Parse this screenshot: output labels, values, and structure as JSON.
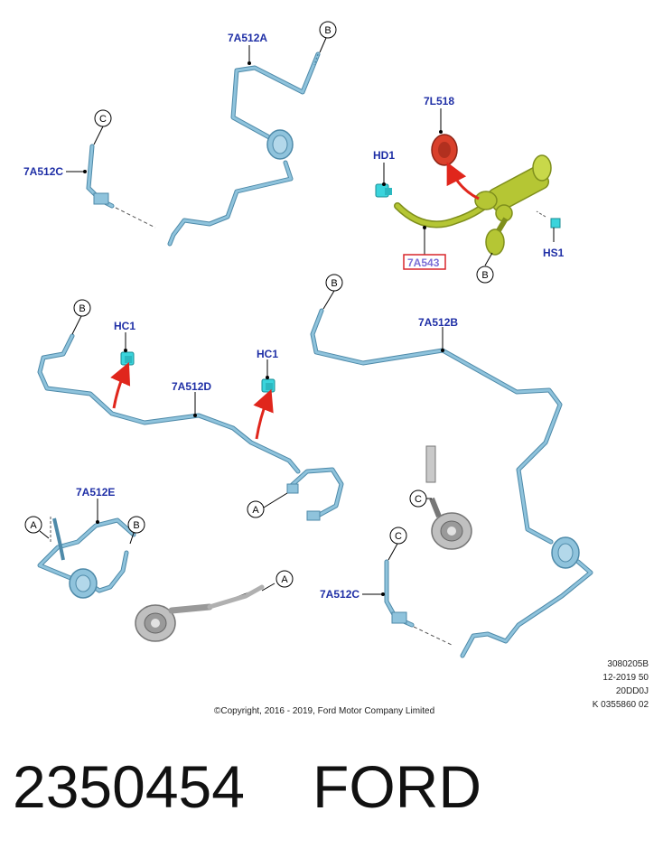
{
  "colors": {
    "label_blue": "#1f2fa6",
    "pipe_blue": "#8fc3dc",
    "pipe_outline": "#4e8aa9",
    "master_cylinder": "#b5c634",
    "reservoir_red": "#d9402b",
    "clip_cyan": "#3ad4dc",
    "arrow_red": "#e0261c",
    "highlight_box": "#d9262c",
    "component_grey": "#b8b8b8"
  },
  "labels": {
    "top_pipe_a": "7A512A",
    "top_pipe_c": "7A512C",
    "reservoir": "7L518",
    "clip_hd1": "HD1",
    "master_cylinder": "7A543",
    "bolt_hs1": "HS1",
    "clip_hc1_left": "HC1",
    "clip_hc1_right": "HC1",
    "pipe_d": "7A512D",
    "pipe_b": "7A512B",
    "pipe_e": "7A512E",
    "pipe_c_lower": "7A512C"
  },
  "callouts": {
    "b": "B",
    "c": "C",
    "a": "A"
  },
  "info": {
    "line1": "3080205B",
    "line2": "12-2019 50",
    "line3": "20DD0J",
    "line4": "K 0355860 02"
  },
  "copyright": "©Copyright, 2016 - 2019, Ford Motor Company Limited",
  "part_number": "2350454",
  "brand": "FORD"
}
